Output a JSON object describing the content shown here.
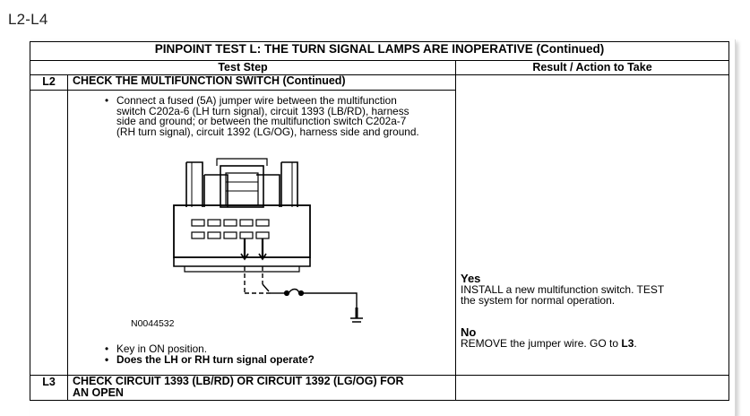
{
  "page_label": "L2-L4",
  "table": {
    "title": "PINPOINT TEST L: THE TURN SIGNAL LAMPS ARE INOPERATIVE (Continued)",
    "col_test_step": "Test Step",
    "col_result": "Result / Action to Take"
  },
  "step_l2": {
    "id": "L2",
    "title": "CHECK THE MULTIFUNCTION SWITCH (Continued)",
    "bullet_1_lines": [
      "Connect a fused (5A) jumper wire between the multifunction",
      "switch C202a-6 (LH turn signal), circuit 1393 (LB/RD), harness",
      "side and ground; or between the multifunction switch C202a-7",
      "(RH turn signal), circuit 1392 (LG/OG), harness side and ground."
    ],
    "figure_id": "N0044532",
    "bullet_2": "Key in ON position.",
    "bullet_3": "Does the LH or RH turn signal operate?",
    "yes_label": "Yes",
    "yes_line_1": "INSTALL a new multifunction switch. TEST",
    "yes_line_2": "the system for normal operation.",
    "no_label": "No",
    "no_text": "REMOVE the jumper wire. GO to ",
    "no_link": "L3",
    "no_tail": "."
  },
  "step_l3": {
    "id": "L3",
    "title_line_1": "CHECK CIRCUIT 1393 (LB/RD) OR CIRCUIT 1392 (LG/OG) FOR",
    "title_line_2": "AN OPEN"
  },
  "bullet_glyph": "•"
}
